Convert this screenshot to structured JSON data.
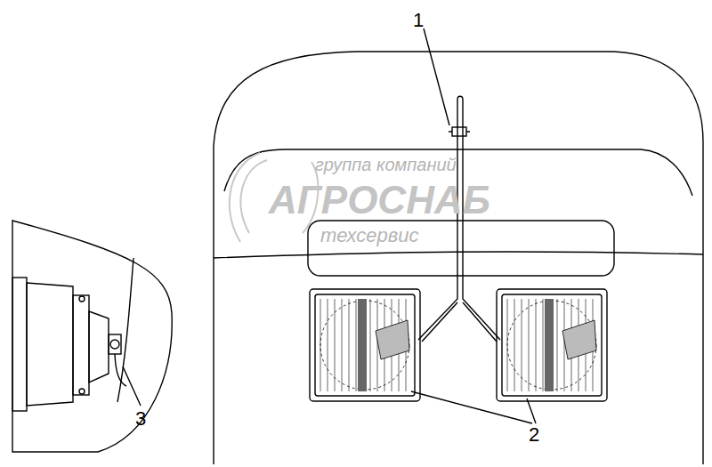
{
  "diagram": {
    "labels": [
      "1",
      "2",
      "3",
      "группа компаний",
      "АГРОСНАБ",
      "техсервис"
    ]
  }
}
